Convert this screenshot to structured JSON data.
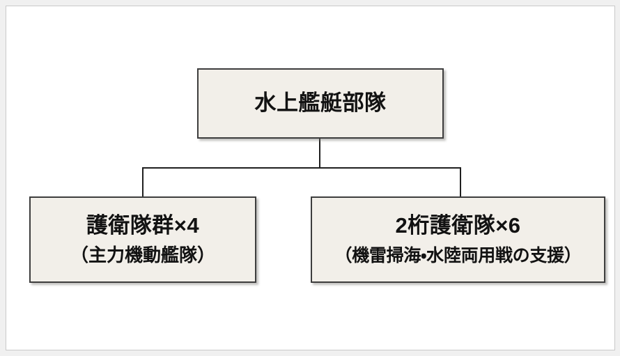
{
  "slide": {
    "background_color": "#ffffff",
    "outer_color": "#f0f0f0",
    "frame_border_color": "#c9c9c9"
  },
  "style": {
    "box_fill": "#f2efe9",
    "box_border": "#3d3d3d",
    "text_color": "#121212",
    "connector_color": "#1f1f1f"
  },
  "diagram": {
    "type": "organization-chart",
    "root": {
      "id": "surface-fleet",
      "title": "水上艦艇部隊"
    },
    "children": [
      {
        "id": "escort-flotilla",
        "title": "護衛隊群×4",
        "subtitle": "（主力機動艦隊）"
      },
      {
        "id": "escort-division",
        "title": "2桁護衛隊×6",
        "subtitle": "（機雷掃海・水陸両用戦の支援）"
      }
    ]
  }
}
